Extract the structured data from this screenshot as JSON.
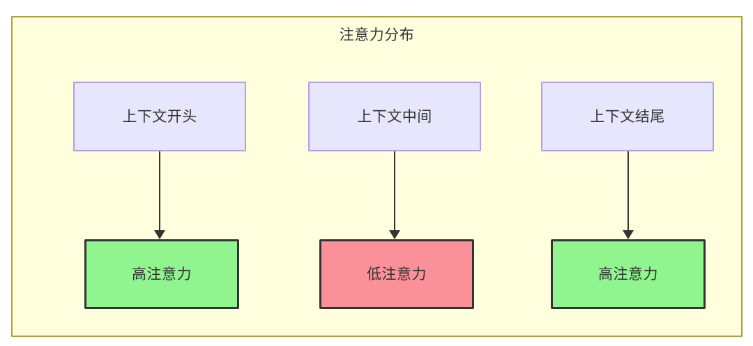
{
  "diagram": {
    "type": "flowchart",
    "title": "注意力分布",
    "container": {
      "label": "注意力分布",
      "background_color": "#ffffdd",
      "border_color": "#aaa33c"
    },
    "columns": [
      {
        "id": "col-a",
        "source": {
          "label": "上下文开头",
          "fill_color": "#e6e6fc",
          "border_color": "#b49cf0"
        },
        "target": {
          "label": "高注意力",
          "fill_color": "#90f58f",
          "border_color": "#333333"
        },
        "edge": {
          "direction": "down",
          "style": "solid-arrow"
        }
      },
      {
        "id": "col-b",
        "source": {
          "label": "上下文中间",
          "fill_color": "#e6e6fc",
          "border_color": "#b49cf0"
        },
        "target": {
          "label": "低注意力",
          "fill_color": "#fb9198",
          "border_color": "#333333"
        },
        "edge": {
          "direction": "down",
          "style": "solid-arrow"
        }
      },
      {
        "id": "col-c",
        "source": {
          "label": "上下文结尾",
          "fill_color": "#e6e6fc",
          "border_color": "#b49cf0"
        },
        "target": {
          "label": "高注意力",
          "fill_color": "#90f58f",
          "border_color": "#333333"
        },
        "edge": {
          "direction": "down",
          "style": "solid-arrow"
        }
      }
    ]
  }
}
